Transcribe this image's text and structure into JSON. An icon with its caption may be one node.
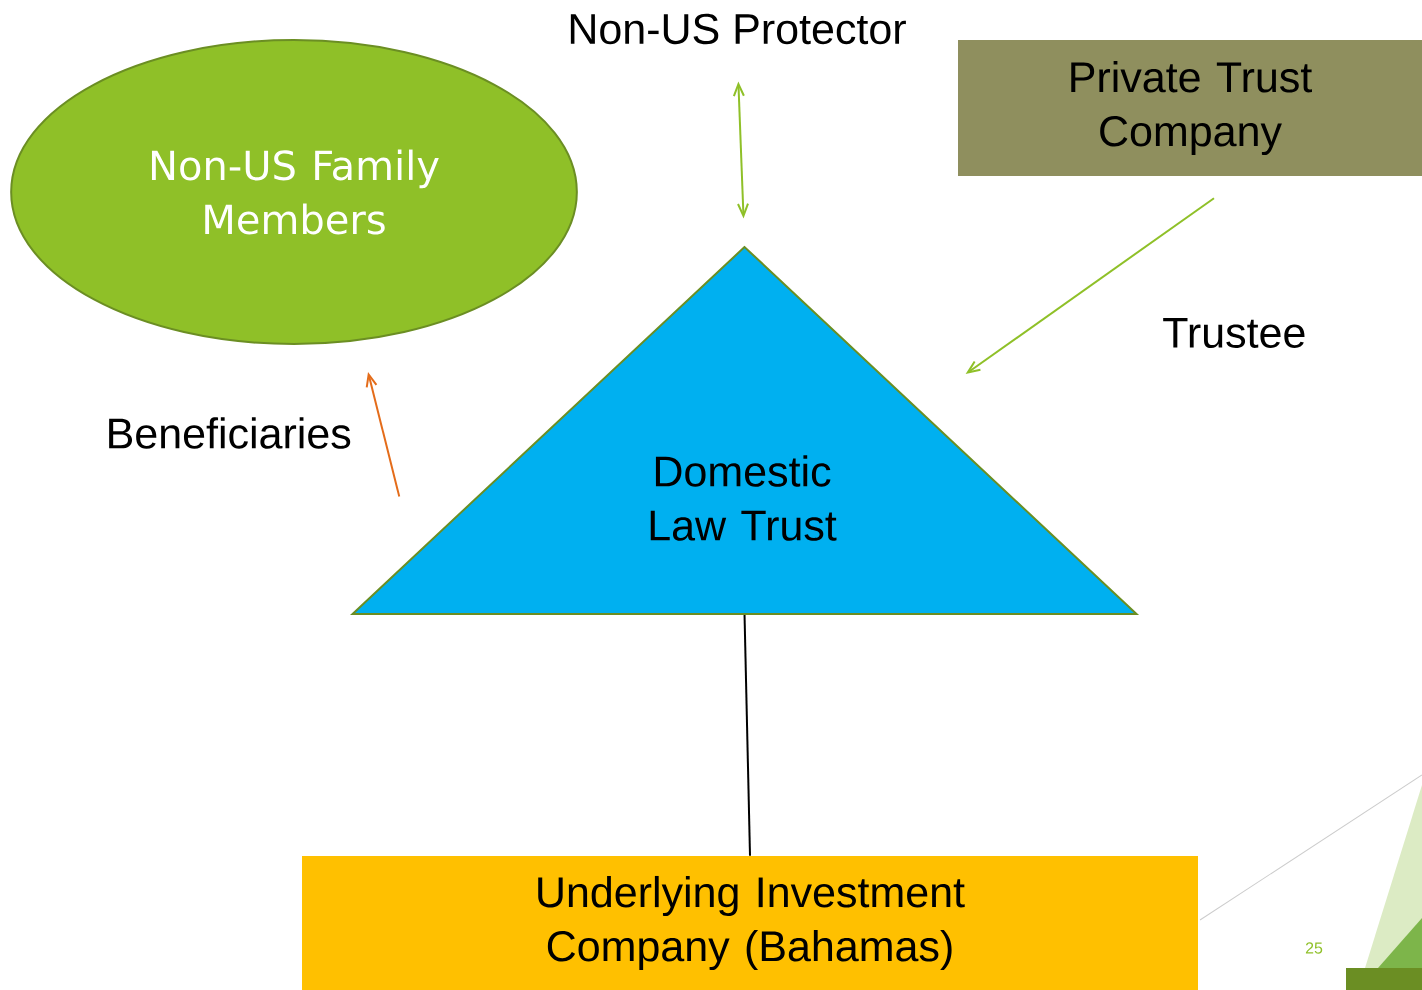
{
  "diagram": {
    "nodes": [
      {
        "text": [
          "Non-US Protector"
        ]
      },
      {
        "text": [
          "Private Trust Company"
        ]
      },
      {
        "text": [
          "Non-US Family Members"
        ]
      },
      {
        "text": [
          "Domestic Law Trust"
        ]
      },
      {
        "text": [
          "Underlying Investment Company (Bahamas)"
        ]
      }
    ],
    "edges": [
      {
        "from": 0,
        "to": 3,
        "arrow": "both",
        "color": "#8fc028"
      },
      {
        "from": 1,
        "to": 3,
        "arrow": "to",
        "label": "Trustee",
        "color": "#8fc028"
      },
      {
        "from": 3,
        "to": 2,
        "arrow": "to",
        "label": "Beneficiaries",
        "color": "#e46c1a"
      },
      {
        "from": 3,
        "to": 4,
        "arrow": "none",
        "color": "#000000"
      }
    ],
    "labels": [
      "25"
    ]
  }
}
